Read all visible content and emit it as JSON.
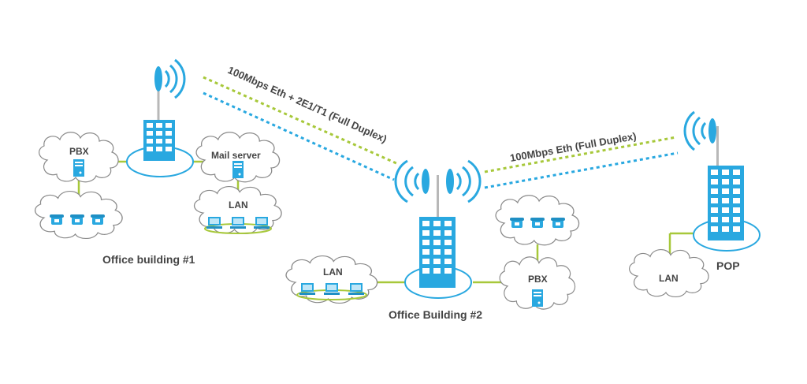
{
  "colors": {
    "building": "#29a8e0",
    "window": "#ffffff",
    "link_green": "#a7c83a",
    "link_blue": "#29a8e0",
    "cloud_stroke": "#8a8a8a",
    "text": "#444444"
  },
  "links": {
    "link1_label": "100Mbps Eth + 2E1/T1 (Full Duplex)",
    "link2_label": "100Mbps Eth (Full Duplex)"
  },
  "sites": {
    "office1": {
      "title": "Office building #1",
      "pbx_label": "PBX",
      "mail_label": "Mail server",
      "lan_label": "LAN"
    },
    "office2": {
      "title": "Office Building #2",
      "lan_label": "LAN",
      "pbx_label": "PBX"
    },
    "pop": {
      "title": "POP",
      "lan_label": "LAN"
    }
  },
  "icons": [
    "antenna-icon",
    "building-icon",
    "phone-icon",
    "computer-icon",
    "server-icon",
    "cloud-icon"
  ]
}
